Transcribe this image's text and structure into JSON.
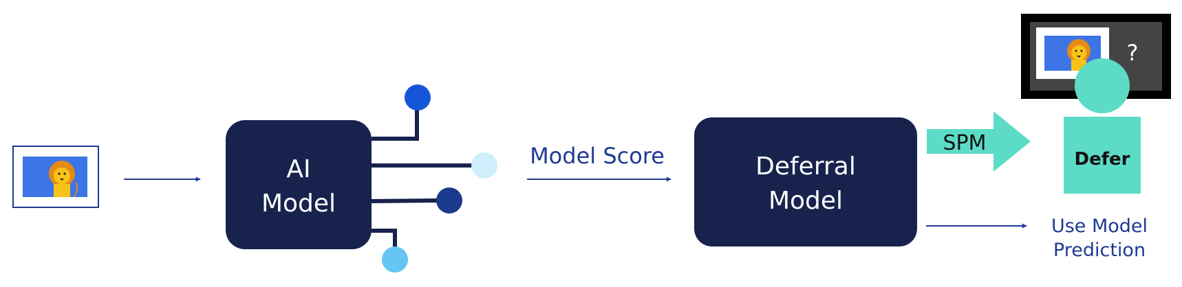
{
  "labels": {
    "ai_model_line1": "AI",
    "ai_model_line2": "Model",
    "model_score": "Model Score",
    "deferral_model_line1": "Deferral",
    "deferral_model_line2": "Model",
    "spm": "SPM",
    "defer": "Defer",
    "use_model_line1": "Use Model",
    "use_model_line2": "Prediction",
    "question_mark": "?"
  },
  "icons": {
    "input_image": "lion-picture-icon",
    "human": "person-icon",
    "screen": "monitor-icon"
  },
  "colors": {
    "box": "#17234d",
    "arrow": "#1f3a93",
    "text_blue": "#1f3a93",
    "teal": "#5cdcc6",
    "picture_bg": "#3d74e6",
    "screen": "#444444",
    "screen_frame": "#000000",
    "node_royal": "#1556d8",
    "node_pale": "#cdeefa",
    "node_navy": "#1a3a8c",
    "node_sky": "#65c6f5"
  }
}
